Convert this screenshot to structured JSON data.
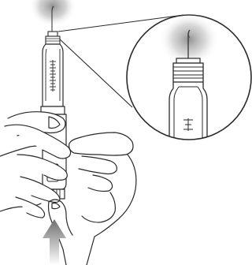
{
  "figure": {
    "colors": {
      "line": "#2a2a2a",
      "glow": "#9a9a9a",
      "arrow": "#808080",
      "paper": "#ffffff"
    },
    "parts": [
      {
        "name": "pen-injector",
        "icon": "insulin-pen-icon"
      },
      {
        "name": "needle-droplet-glow",
        "icon": "droplet-glow-icon"
      },
      {
        "name": "magnified-detail-circle",
        "icon": "magnifier-circle-icon"
      },
      {
        "name": "left-hand",
        "icon": "hand-icon"
      },
      {
        "name": "right-hand",
        "icon": "hand-icon"
      },
      {
        "name": "push-up-arrow",
        "icon": "arrow-up-icon"
      }
    ]
  }
}
